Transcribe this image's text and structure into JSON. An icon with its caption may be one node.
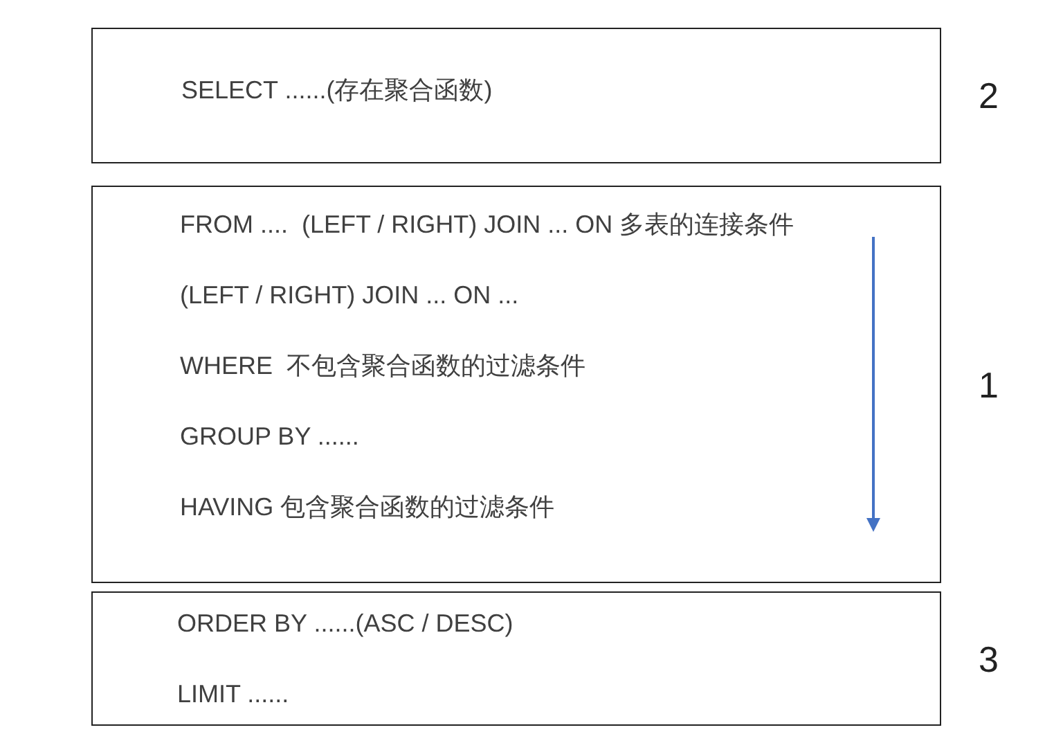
{
  "diagram": {
    "nodes": [
      {
        "text": [
          "SELECT ......(存在聚合函数)"
        ],
        "beside": [
          "2"
        ]
      },
      {
        "text": [
          "FROM ....  (LEFT / RIGHT) JOIN ... ON 多表的连接条件",
          "(LEFT / RIGHT) JOIN ... ON ...",
          "WHERE  不包含聚合函数的过滤条件",
          "GROUP BY ......",
          "HAVING 包含聚合函数的过滤条件"
        ],
        "beside": [
          "1"
        ]
      },
      {
        "text": [
          "ORDER BY ......(ASC / DESC)",
          "LIMIT ......"
        ],
        "beside": [
          "3"
        ]
      }
    ]
  }
}
